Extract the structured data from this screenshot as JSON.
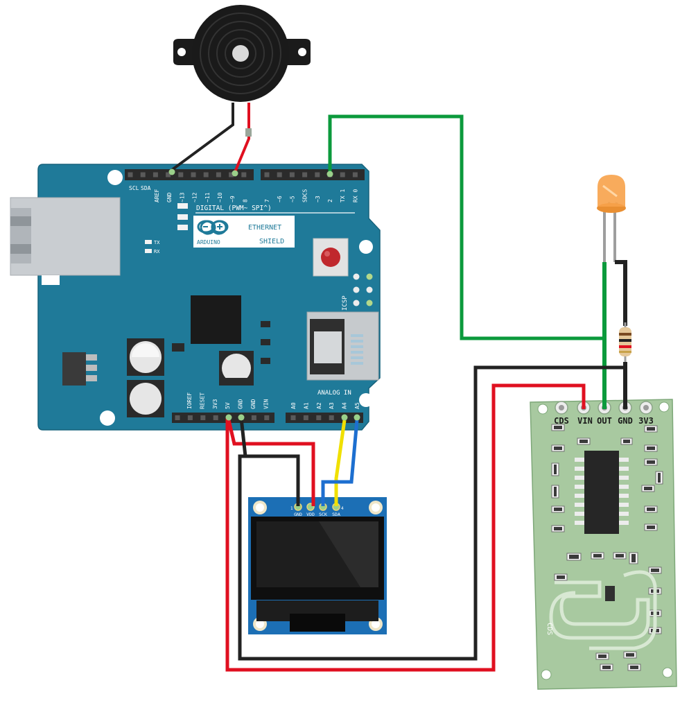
{
  "arduino": {
    "top_left_labels": [
      "SCL",
      "SDA"
    ],
    "digital_left": [
      "AREF",
      "GND",
      "~13",
      "~12",
      "~11",
      "~10",
      "~9",
      "8"
    ],
    "digital_right": [
      "7",
      "~6",
      "~5",
      "SDCS",
      "~3",
      "2",
      "TX 1",
      "RX 0"
    ],
    "digital_caption": "DIGITAL (PWM~ SPI^)",
    "brand": "ARDUINO",
    "shield_title_1": "ETHERNET",
    "shield_title_2": "SHIELD",
    "tx_label": "TX",
    "rx_label": "RX",
    "icsp": "ICSP",
    "power_pins": [
      "IOREF",
      "RESET",
      "3V3",
      "5V",
      "GND",
      "GND",
      "VIN"
    ],
    "analog_pins": [
      "A0",
      "A1",
      "A2",
      "A3",
      "A4",
      "A5"
    ],
    "analog_caption": "ANALOG IN"
  },
  "oled": {
    "pins": [
      "GND",
      "VDD",
      "SCK",
      "SDA"
    ],
    "pin_num_first": "1",
    "pin_num_last": "4"
  },
  "radar": {
    "pins": [
      "CDS",
      "VIN",
      "OUT",
      "GND",
      "3V3"
    ],
    "side_label": "CDS"
  },
  "colors": {
    "board": "#1f7a99",
    "radar_board": "#a8c9a0",
    "wire_red": "#e01020",
    "wire_black": "#222222",
    "wire_green": "#0b9a3c",
    "wire_yellow": "#f0e000",
    "wire_blue": "#1d6fd0",
    "led": "#f7a24a"
  }
}
